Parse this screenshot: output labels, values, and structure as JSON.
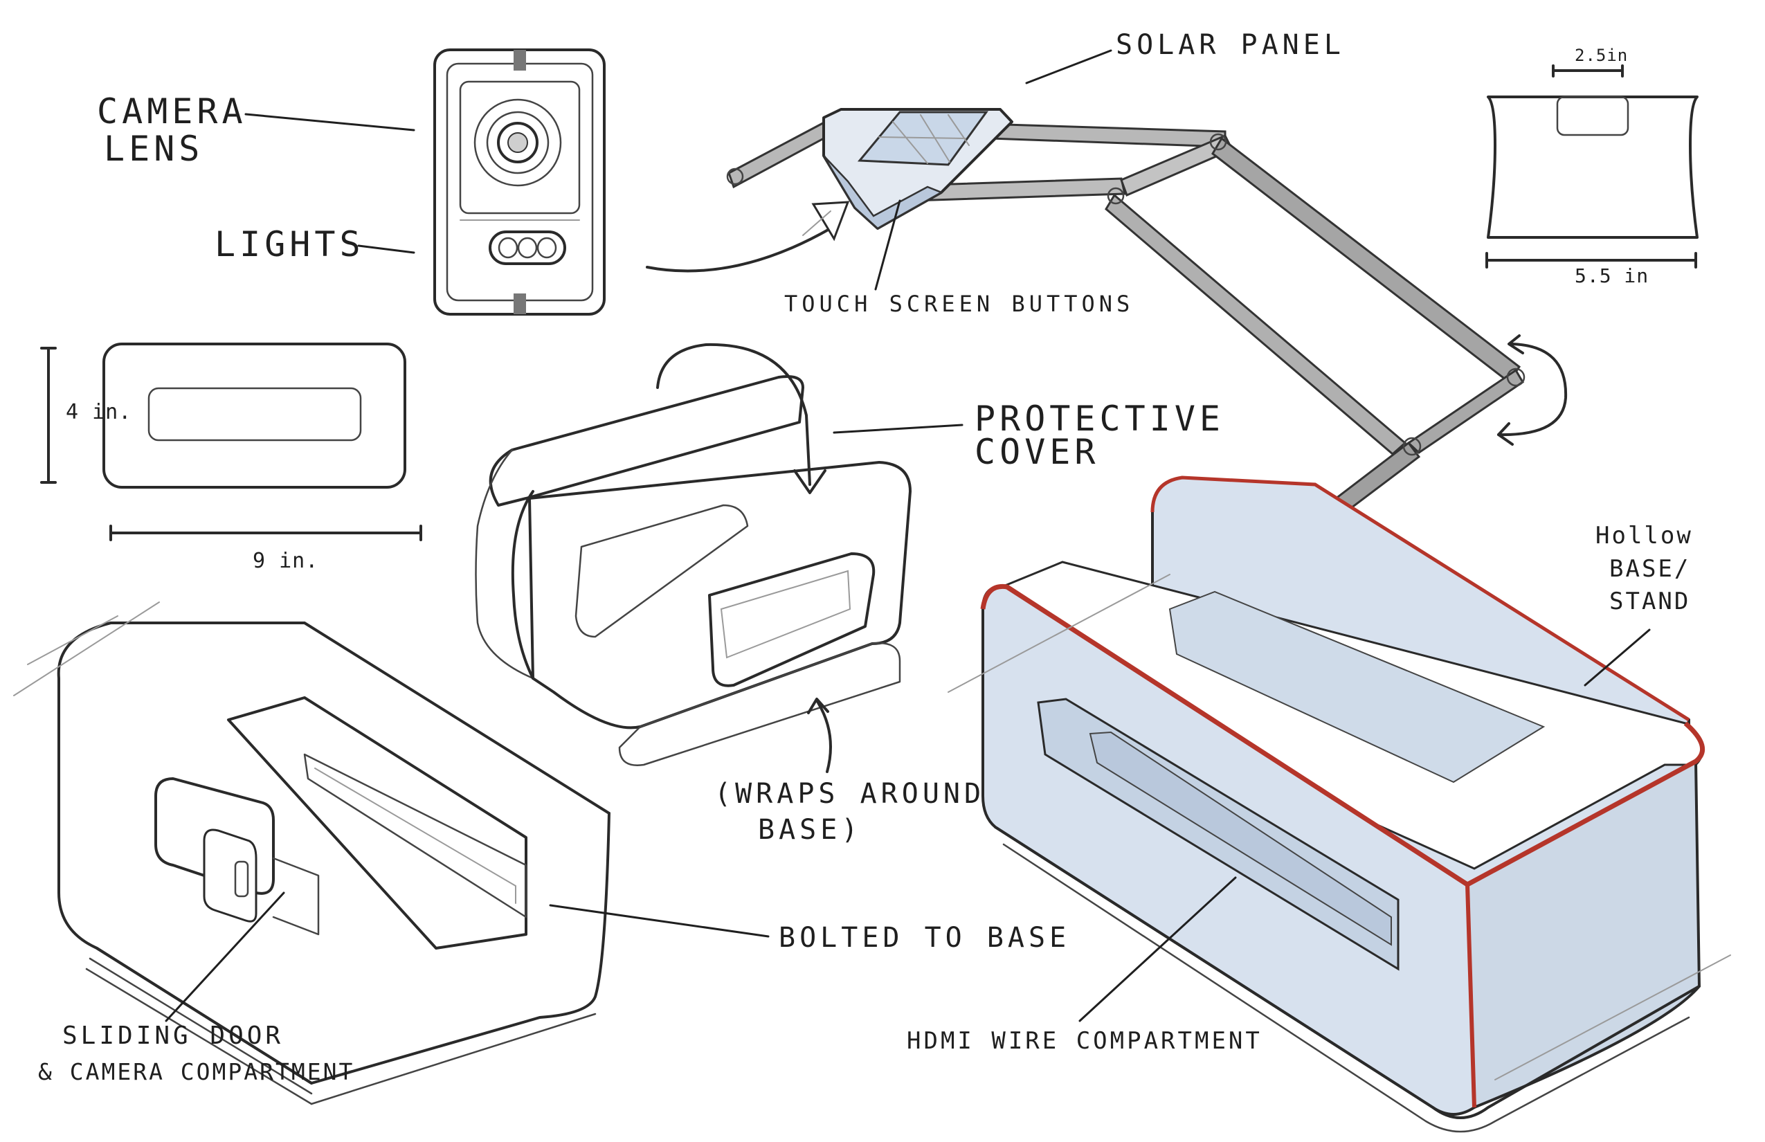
{
  "colors": {
    "ink": "#2a2a2a",
    "accent_red": "#b5352a",
    "shade_blue": "#d7e1ee",
    "shade_blue_dark": "#b9c8dc",
    "arm_grey": "#a9a9a9"
  },
  "labels": {
    "camera_lens": [
      "CAMERA",
      "LENS"
    ],
    "lights": "LIGHTS",
    "solar_panel": "SOLAR PANEL",
    "touch_screen_buttons": "TOUCH SCREEN BUTTONS",
    "protective_cover": [
      "PROTECTIVE",
      "COVER"
    ],
    "wraps_around_base": [
      "(WRAPS AROUND",
      "BASE)"
    ],
    "hollow_base_stand": [
      "Hollow",
      "BASE/",
      "STAND"
    ],
    "bolted_to_base": "BOLTED TO BASE",
    "sliding_door": [
      "SLIDING DOOR",
      "& CAMERA COMPARTMENT"
    ],
    "hdmi_wire_compartment": "HDMI WIRE COMPARTMENT"
  },
  "dimensions": {
    "base_height": "4 in.",
    "base_width": "9 in.",
    "camera_head_slot": "2.5in",
    "camera_head_width": "5.5 in"
  }
}
